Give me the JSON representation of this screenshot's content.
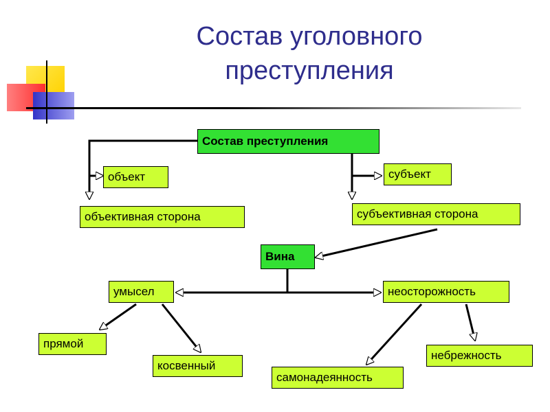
{
  "title": {
    "line1": "Состав уголовного",
    "line2": "преступления"
  },
  "colors": {
    "title": "#2e2d8c",
    "box_fill": "#ccff33",
    "main_box_fill": "#33e033",
    "deco_yellow": "#ffd700",
    "deco_red": "#ff3333",
    "deco_blue": "#3333cc"
  },
  "nodes": {
    "sostav": "Состав преступления",
    "obekt": "объект",
    "obektivnaya": "объективная сторона",
    "subekt": "субъект",
    "subektivnaya": "субъективная сторона",
    "vina": "Вина",
    "umysel": "умысел",
    "neostorozhnost": "неосторожность",
    "pryamoy": "прямой",
    "kosvenny": "косвенный",
    "samonadeyannost": "самонадеянность",
    "nebrezhnost": "небрежность"
  }
}
